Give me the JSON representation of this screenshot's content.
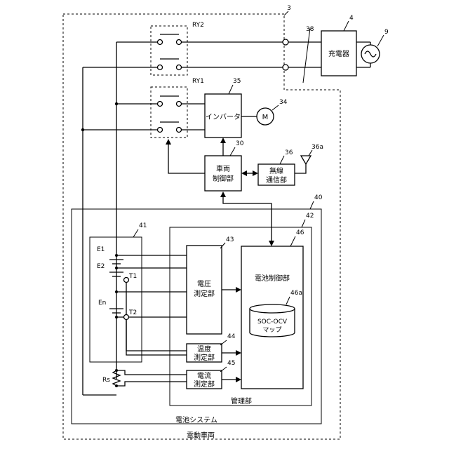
{
  "labels": {
    "charger": "充電器",
    "inverter": "インバータ",
    "motor": "M",
    "vehicle_ctrl_1": "車両",
    "vehicle_ctrl_2": "制御部",
    "wireless_1": "無線",
    "wireless_2": "通信部",
    "voltage_1": "電圧",
    "voltage_2": "測定部",
    "temp_1": "温度",
    "temp_2": "測定部",
    "current_1": "電流",
    "current_2": "測定部",
    "battery_ctrl": "電池制御部",
    "soc_1": "SOC-OCV",
    "soc_2": "マップ",
    "management": "管理部",
    "battery_system": "電池システム",
    "vehicle": "電動車両",
    "ry1": "RY1",
    "ry2": "RY2",
    "e1": "E1",
    "e2": "E2",
    "en": "En",
    "t1": "T1",
    "t2": "T2",
    "rs": "Rs"
  },
  "refs": {
    "r3": "3",
    "r4": "4",
    "r9": "9",
    "r38": "38",
    "r35": "35",
    "r34": "34",
    "r30": "30",
    "r36": "36",
    "r36a": "36a",
    "r40": "40",
    "r41": "41",
    "r42": "42",
    "r43": "43",
    "r44": "44",
    "r45": "45",
    "r46": "46",
    "r46a": "46a"
  }
}
